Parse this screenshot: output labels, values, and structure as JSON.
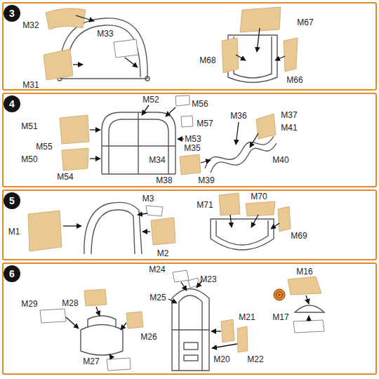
{
  "diagram": {
    "nodes": [
      {
        "text": [
          "3"
        ]
      },
      {
        "text": [
          "4"
        ]
      },
      {
        "text": [
          "5"
        ]
      },
      {
        "text": [
          "6"
        ]
      }
    ],
    "labels": [
      "M32",
      "M33",
      "M31",
      "M67",
      "M68",
      "M66",
      "M52",
      "M56",
      "M51",
      "M57",
      "M53",
      "M55",
      "M50",
      "M54",
      "M36",
      "M37",
      "M41",
      "M35",
      "M40",
      "M34",
      "M38",
      "M39",
      "M3",
      "M1",
      "M2",
      "M71",
      "M70",
      "M69",
      "M24",
      "M23",
      "M16",
      "M29",
      "M28",
      "M25",
      "M26",
      "M21",
      "M17",
      "M27",
      "M20",
      "M22"
    ]
  }
}
